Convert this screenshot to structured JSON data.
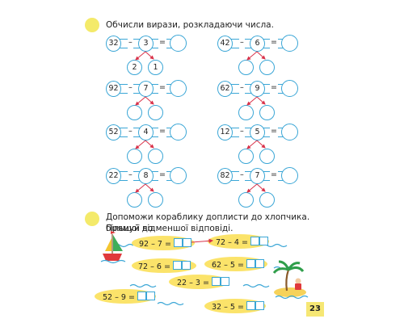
{
  "task1": {
    "instruction": "Обчисли вирази, розкладаючи числа.",
    "rows": [
      {
        "left": {
          "a": "32",
          "op1": "–",
          "b": "3",
          "op2": "="
        },
        "left_split": [
          "2",
          "1"
        ],
        "right": {
          "a": "42",
          "op1": "–",
          "b": "6",
          "op2": "="
        },
        "right_split": [
          "",
          ""
        ]
      },
      {
        "left": {
          "a": "92",
          "op1": "–",
          "b": "7",
          "op2": "="
        },
        "left_split": [
          "",
          ""
        ],
        "right": {
          "a": "62",
          "op1": "–",
          "b": "9",
          "op2": "="
        },
        "right_split": [
          "",
          ""
        ]
      },
      {
        "left": {
          "a": "52",
          "op1": "–",
          "b": "4",
          "op2": "="
        },
        "left_split": [
          "",
          ""
        ],
        "right": {
          "a": "12",
          "op1": "–",
          "b": "5",
          "op2": "="
        },
        "right_split": [
          "",
          ""
        ]
      },
      {
        "left": {
          "a": "22",
          "op1": "–",
          "b": "8",
          "op2": "="
        },
        "left_split": [
          "",
          ""
        ],
        "right": {
          "a": "82",
          "op1": "–",
          "b": "7",
          "op2": "="
        },
        "right_split": [
          "",
          ""
        ]
      }
    ]
  },
  "task2": {
    "instruction_line1": "Допоможи кораблику доплисти до хлопчика. Прямуй від",
    "instruction_line2": "більшої до меншої відповіді.",
    "exercises": [
      "92 – 7 =",
      "72 – 4 =",
      "72 – 6 =",
      "62 – 5 =",
      "22 – 3 =",
      "52 – 9 =",
      "32 – 5 ="
    ]
  },
  "page_number": "23",
  "colors": {
    "accent_blue": "#3aa6d6",
    "bullet_yellow": "#f4ea6a",
    "island_yellow": "#fbe36a",
    "arrow_red": "#d9324a"
  },
  "icons": {
    "boat": "sailboat-icon",
    "island": "palm-island-icon"
  }
}
